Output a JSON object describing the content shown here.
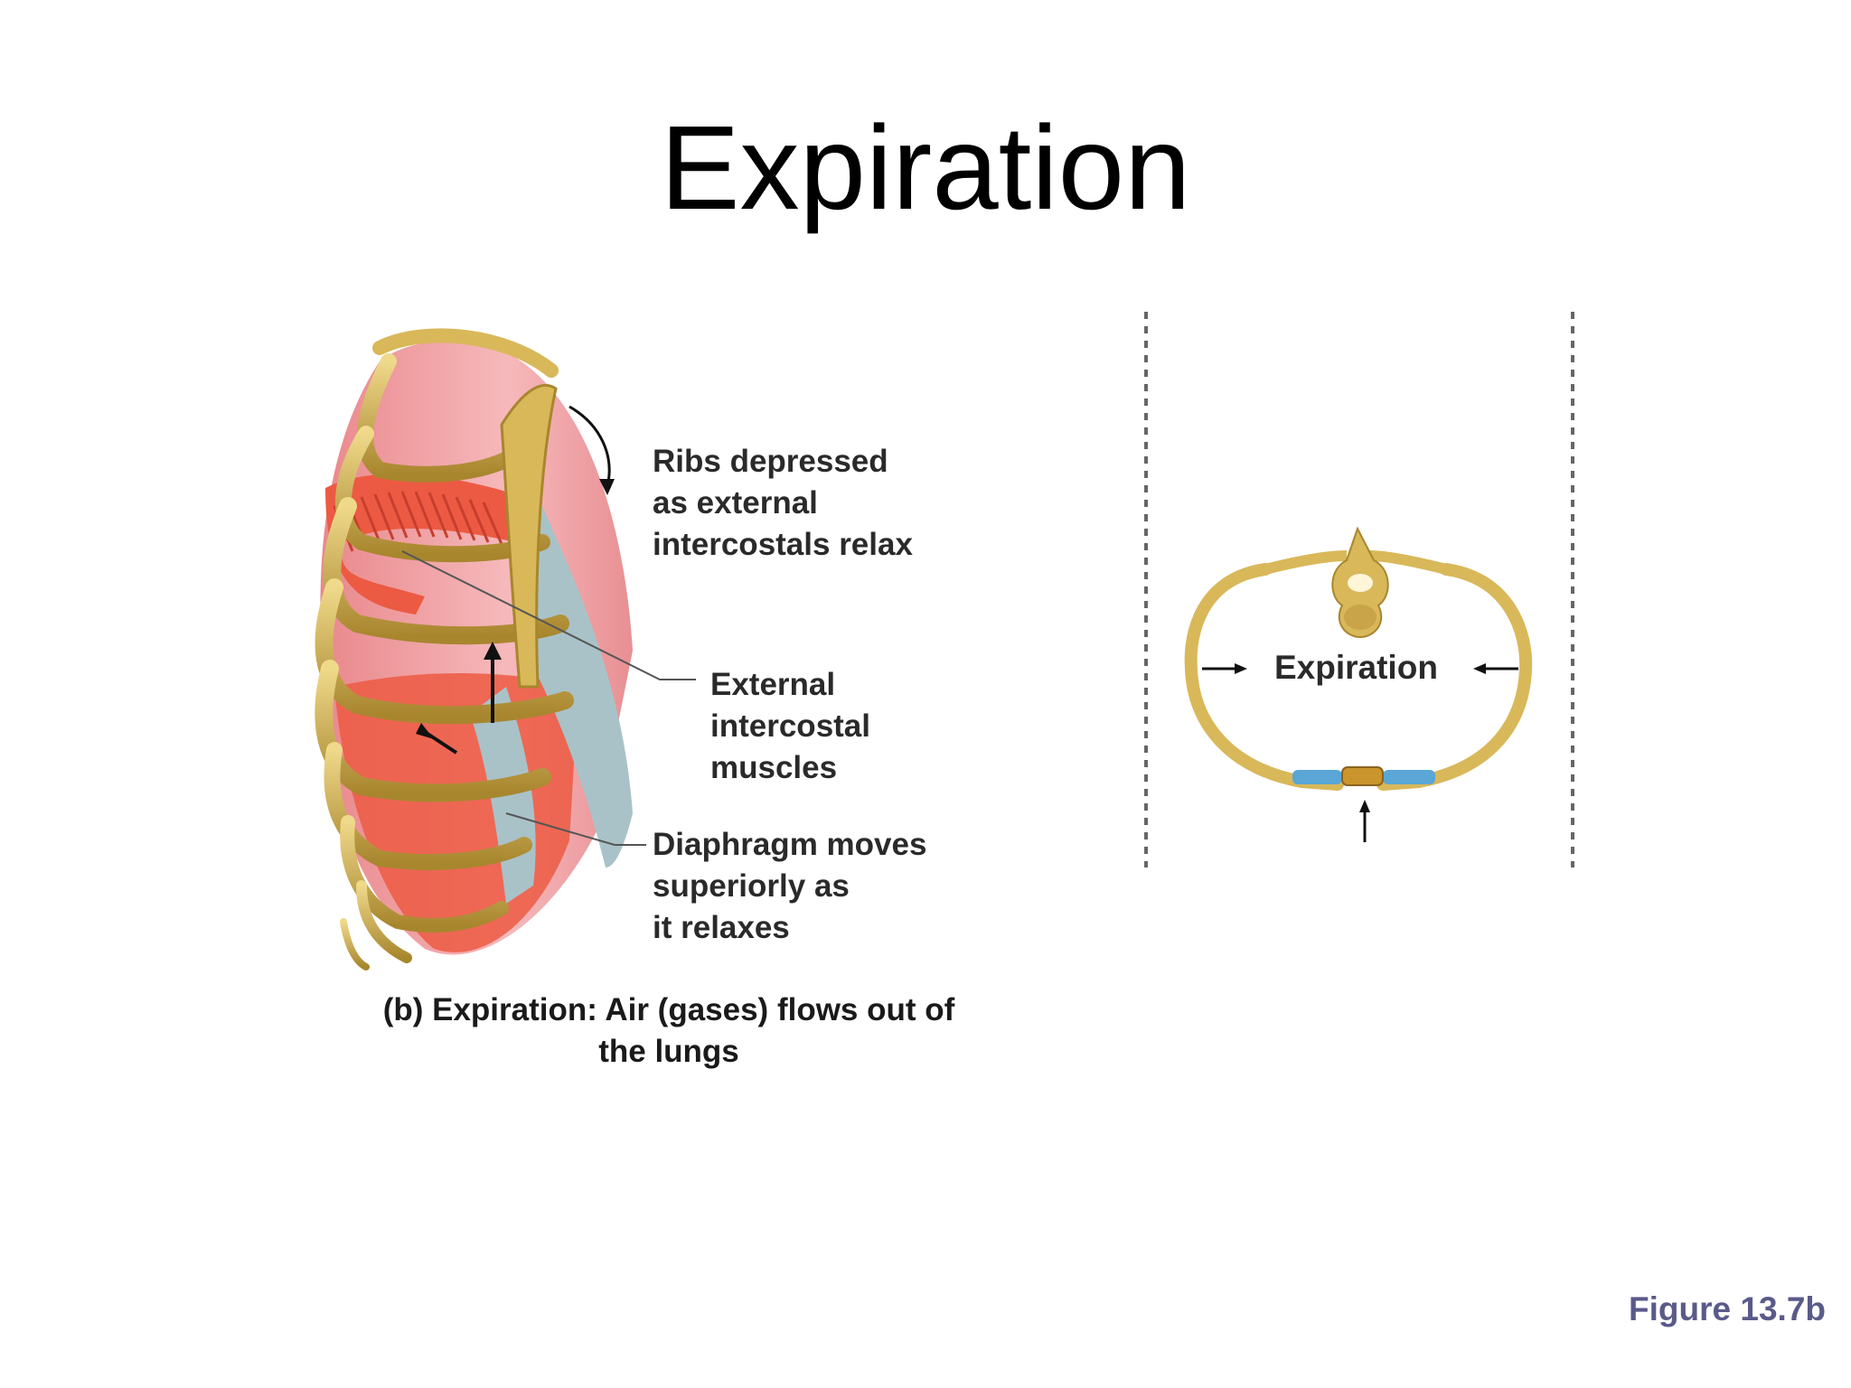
{
  "title": "Expiration",
  "labels": {
    "ribs": [
      "Ribs depressed",
      "as external",
      "intercostals relax"
    ],
    "muscles": [
      "External",
      "intercostal",
      "muscles"
    ],
    "diaphragm": [
      "Diaphragm moves",
      "superiorly as",
      "it relaxes"
    ]
  },
  "caption": {
    "line1": "(b) Expiration: Air (gases) flows out of",
    "line2": "the lungs"
  },
  "cross_section_label": "Expiration",
  "figure_ref": "Figure 13.7b",
  "colors": {
    "bone": "#d9b85a",
    "bone_dark": "#a8862e",
    "lung_pink": "#f2a7a9",
    "muscle_red": "#ec5a43",
    "cartilage_blue": "#5aa6d6",
    "cartilage_gray": "#a9c2c8",
    "figure_ref": "#5a5a8a"
  }
}
